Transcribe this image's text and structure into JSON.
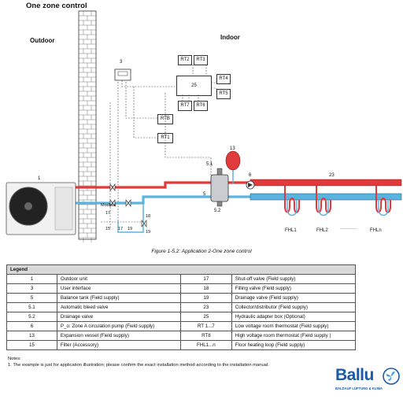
{
  "header": {
    "title": "One zone control"
  },
  "zones": {
    "outdoor": "Outdoor",
    "indoor": "Indoor"
  },
  "callouts": {
    "n1": "1",
    "n3": "3",
    "n13": "13",
    "n6": "6",
    "n23": "23",
    "n5_1": "5.1",
    "n5": "5",
    "n5_2": "5.2",
    "n17a": "17",
    "n15": "15",
    "n17b": "17",
    "n19a": "19",
    "n18": "18",
    "n19b": "19",
    "modbus": "Modbus",
    "fhl1": "FHL1",
    "fhl2": "FHL2",
    "dots": "···········",
    "fhln": "FHLn"
  },
  "boxes": {
    "b25": "25",
    "rt2": "RT2",
    "rt3": "RT3",
    "rt4": "RT4",
    "rt5": "RT5",
    "rt7": "RT7",
    "rt6": "RT6",
    "rtb": "RTB",
    "rt1": "RT1"
  },
  "caption": "Figure 1-5.2: Application 2-One zone control",
  "legend": {
    "header": "Legend",
    "rows": [
      [
        "1",
        "Outdoor unit",
        "17",
        "Shut-off valve (Field supply)"
      ],
      [
        "3",
        "User interface",
        "18",
        "Filling valve (Field supply)"
      ],
      [
        "5",
        "Balance tank (Field supply)",
        "19",
        "Drainage valve (Field supply)"
      ],
      [
        "5.1",
        "Automatic bleed valve",
        "23",
        "Collector/distributor (Field supply)"
      ],
      [
        "5.2",
        "Drainage valve",
        "25",
        "Hydraulic adapter box (Optional)"
      ],
      [
        "6",
        "P_o: Zone A circulation pump (Field supply)",
        "RT 1...7",
        "Low voltage room thermostat (Field supply)"
      ],
      [
        "13",
        "Expansion vessel (Field supply)",
        "RT8",
        "High voltage room thermostat (Field supply )"
      ],
      [
        "15",
        "Filter (Accessory)",
        "FHL1...n",
        "Floor heating loop (Field supply)"
      ]
    ]
  },
  "notes": {
    "heading": "Notes:",
    "item": "1.   The example is just for application illustration; please confirm the exact installation method according to the installation manual."
  },
  "brand": {
    "name": "Ballu",
    "tagline": "BALDAUF LÜFTUNG & KLIMA"
  },
  "colors": {
    "hot_pipe": "#e03a3a",
    "cold_pipe": "#5ab4e0",
    "brand": "#1c5aa8",
    "wall": "#ffffff"
  }
}
